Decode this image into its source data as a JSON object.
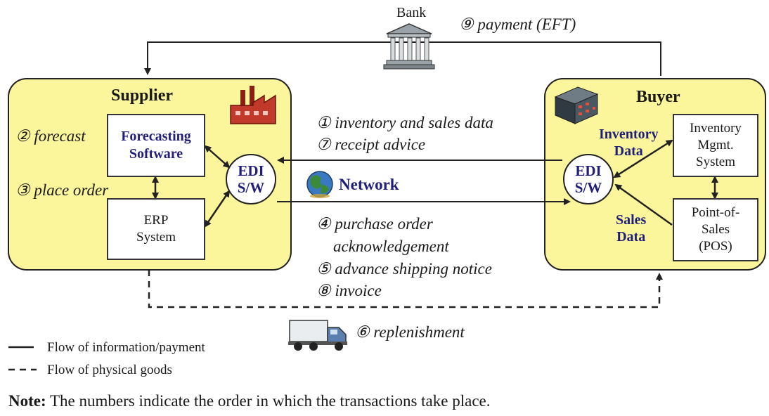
{
  "bank": {
    "label": "Bank"
  },
  "payment": {
    "label": "⑨ payment (EFT)"
  },
  "supplier": {
    "title": "Supplier",
    "forecast": "② forecast",
    "place_order": "③ place order",
    "forecasting_box": "Forecasting\nSoftware",
    "erp_box": "ERP\nSystem",
    "edi": "EDI\nS/W"
  },
  "buyer": {
    "title": "Buyer",
    "inventory_data": "Inventory\nData",
    "sales_data": "Sales\nData",
    "inventory_box": "Inventory\nMgmt.\nSystem",
    "pos_box": "Point-of-\nSales\n(POS)",
    "edi": "EDI\nS/W"
  },
  "network": {
    "label": "Network"
  },
  "messages_top": {
    "m1": "① inventory and sales data",
    "m7": "⑦ receipt advice"
  },
  "messages_bottom": {
    "m4a": "④ purchase order",
    "m4b": "acknowledgement",
    "m5": "⑤ advance shipping notice",
    "m8": "⑧ invoice"
  },
  "replenishment": {
    "label": "⑥ replenishment"
  },
  "legend": {
    "info": "Flow of information/payment",
    "goods": "Flow of physical goods"
  },
  "note": {
    "bold": "Note:",
    "text": " The numbers indicate the order in which the transactions take place."
  },
  "colors": {
    "panel_fill": "#fbf59b",
    "text_navy": "#1f1f7a",
    "factory": "#c0392b",
    "globe": "#3a8a3a"
  },
  "icons": [
    "bank-icon",
    "factory-icon",
    "building-icon",
    "globe-icon",
    "truck-icon"
  ]
}
